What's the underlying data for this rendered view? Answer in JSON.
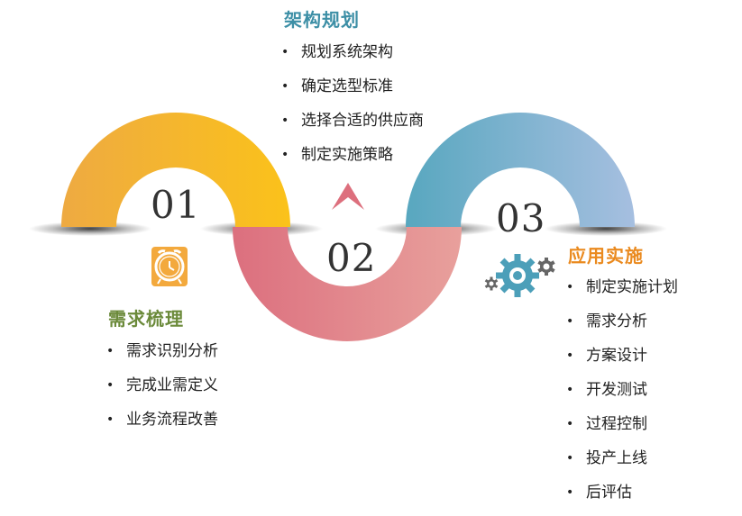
{
  "sections": [
    {
      "num": "01",
      "title": "需求梳理",
      "color": "#6b8a3a",
      "arc_color": "#f5b91e",
      "icon": "alarm-clock-icon",
      "items": [
        "需求识别分析",
        "完成业需定义",
        "业务流程改善"
      ]
    },
    {
      "num": "02",
      "title": "架构规划",
      "color": "#3d8fa6",
      "arc_color": "#dd7682",
      "icon": "up-chevron-icon",
      "items": [
        "规划系统架构",
        "确定选型标准",
        "选择合适的供应商",
        "制定实施策略"
      ]
    },
    {
      "num": "03",
      "title": "应用实施",
      "color": "#ea8a1f",
      "arc_color": "#6fa6c8",
      "icon": "gears-icon",
      "items": [
        "制定实施计划",
        "需求分析",
        "方案设计",
        "开发测试",
        "过程控制",
        "投产上线",
        "后评估"
      ]
    }
  ]
}
